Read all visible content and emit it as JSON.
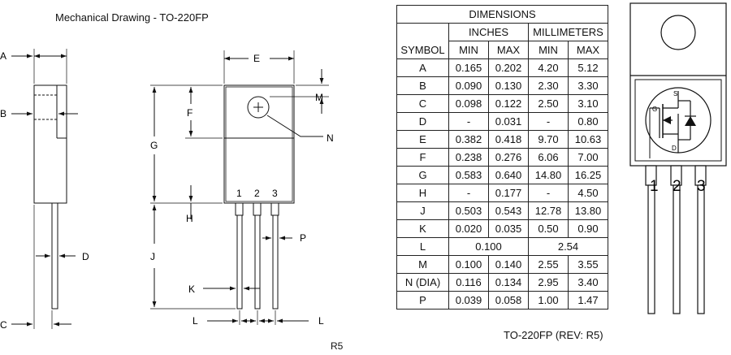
{
  "drawing": {
    "title": "Mechanical Drawing - TO-220FP",
    "revision_mark": "R5",
    "labels": {
      "A": "A",
      "B": "B",
      "C": "C",
      "D": "D",
      "E": "E",
      "F": "F",
      "G": "G",
      "H": "H",
      "J": "J",
      "K": "K",
      "L": "L",
      "M": "M",
      "N": "N",
      "P": "P"
    },
    "pin_numbers": [
      "1",
      "2",
      "3"
    ]
  },
  "table": {
    "title": "DIMENSIONS",
    "symbol_header": "SYMBOL",
    "inches_header": "INCHES",
    "mm_header": "MILLIMETERS",
    "min_label": "MIN",
    "max_label": "MAX",
    "rows": [
      {
        "symbol": "A",
        "in_min": "0.165",
        "in_max": "0.202",
        "mm_min": "4.20",
        "mm_max": "5.12"
      },
      {
        "symbol": "B",
        "in_min": "0.090",
        "in_max": "0.130",
        "mm_min": "2.30",
        "mm_max": "3.30"
      },
      {
        "symbol": "C",
        "in_min": "0.098",
        "in_max": "0.122",
        "mm_min": "2.50",
        "mm_max": "3.10"
      },
      {
        "symbol": "D",
        "in_min": "-",
        "in_max": "0.031",
        "mm_min": "-",
        "mm_max": "0.80"
      },
      {
        "symbol": "E",
        "in_min": "0.382",
        "in_max": "0.418",
        "mm_min": "9.70",
        "mm_max": "10.63"
      },
      {
        "symbol": "F",
        "in_min": "0.238",
        "in_max": "0.276",
        "mm_min": "6.06",
        "mm_max": "7.00"
      },
      {
        "symbol": "G",
        "in_min": "0.583",
        "in_max": "0.640",
        "mm_min": "14.80",
        "mm_max": "16.25"
      },
      {
        "symbol": "H",
        "in_min": "-",
        "in_max": "0.177",
        "mm_min": "-",
        "mm_max": "4.50"
      },
      {
        "symbol": "J",
        "in_min": "0.503",
        "in_max": "0.543",
        "mm_min": "12.78",
        "mm_max": "13.80"
      },
      {
        "symbol": "K",
        "in_min": "0.020",
        "in_max": "0.035",
        "mm_min": "0.50",
        "mm_max": "0.90"
      },
      {
        "symbol": "L",
        "in_typ": "0.100",
        "mm_typ": "2.54"
      },
      {
        "symbol": "M",
        "in_min": "0.100",
        "in_max": "0.140",
        "mm_min": "2.55",
        "mm_max": "3.55"
      },
      {
        "symbol": "N (DIA)",
        "in_min": "0.116",
        "in_max": "0.134",
        "mm_min": "2.95",
        "mm_max": "3.40"
      },
      {
        "symbol": "P",
        "in_min": "0.039",
        "in_max": "0.058",
        "mm_min": "1.00",
        "mm_max": "1.47"
      }
    ],
    "footer": "TO-220FP (REV: R5)"
  },
  "package_view": {
    "pin_labels": [
      "1",
      "2",
      "3"
    ],
    "gate_label": "G",
    "source_label": "S",
    "drain_label": "D"
  }
}
